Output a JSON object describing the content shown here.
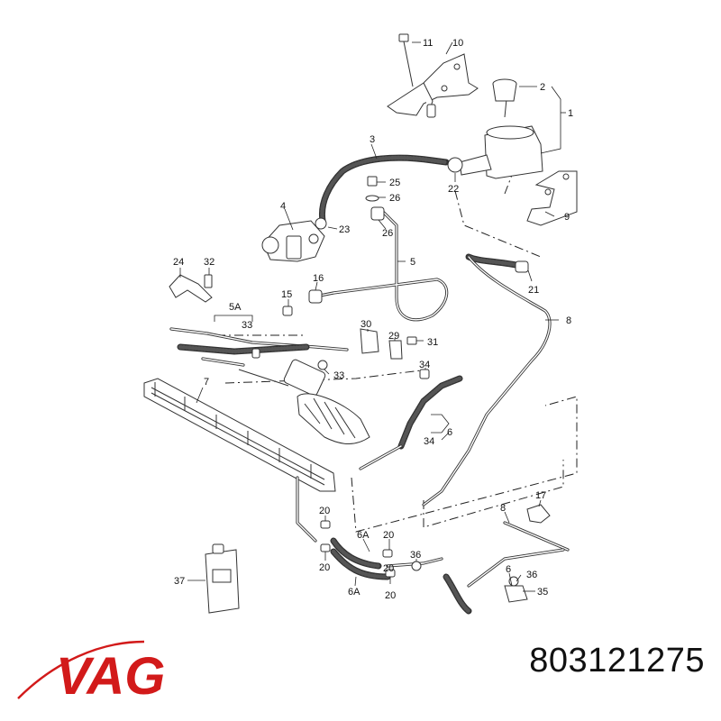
{
  "brand": {
    "logo_text": "VAG",
    "color": "#d21a1a"
  },
  "part_number": "803121275",
  "callouts": [
    {
      "id": "c11",
      "label": "11"
    },
    {
      "id": "c10",
      "label": "10"
    },
    {
      "id": "c2",
      "label": "2"
    },
    {
      "id": "c1",
      "label": "1"
    },
    {
      "id": "c3",
      "label": "3"
    },
    {
      "id": "c25",
      "label": "25"
    },
    {
      "id": "c26a",
      "label": "26"
    },
    {
      "id": "c22",
      "label": "22"
    },
    {
      "id": "c9",
      "label": "9"
    },
    {
      "id": "c4",
      "label": "4"
    },
    {
      "id": "c23",
      "label": "23"
    },
    {
      "id": "c26b",
      "label": "26"
    },
    {
      "id": "c5",
      "label": "5"
    },
    {
      "id": "c24",
      "label": "24"
    },
    {
      "id": "c32",
      "label": "32"
    },
    {
      "id": "c16",
      "label": "16"
    },
    {
      "id": "c21",
      "label": "21"
    },
    {
      "id": "c15",
      "label": "15"
    },
    {
      "id": "c5A",
      "label": "5A"
    },
    {
      "id": "c33a",
      "label": "33"
    },
    {
      "id": "c8a",
      "label": "8"
    },
    {
      "id": "c30",
      "label": "30"
    },
    {
      "id": "c29",
      "label": "29"
    },
    {
      "id": "c31",
      "label": "31"
    },
    {
      "id": "c33b",
      "label": "33"
    },
    {
      "id": "c34a",
      "label": "34"
    },
    {
      "id": "c7",
      "label": "7"
    },
    {
      "id": "c6a",
      "label": "6"
    },
    {
      "id": "c34b",
      "label": "34"
    },
    {
      "id": "c8b",
      "label": "8"
    },
    {
      "id": "c17",
      "label": "17"
    },
    {
      "id": "c20a",
      "label": "20"
    },
    {
      "id": "c6A1",
      "label": "6A"
    },
    {
      "id": "c20b",
      "label": "20"
    },
    {
      "id": "c20c",
      "label": "20"
    },
    {
      "id": "c36a",
      "label": "36"
    },
    {
      "id": "c6b",
      "label": "6"
    },
    {
      "id": "c36b",
      "label": "36"
    },
    {
      "id": "c37",
      "label": "37"
    },
    {
      "id": "c20d",
      "label": "20"
    },
    {
      "id": "c6A2",
      "label": "6A"
    },
    {
      "id": "c20e",
      "label": "20"
    },
    {
      "id": "c35",
      "label": "35"
    }
  ]
}
